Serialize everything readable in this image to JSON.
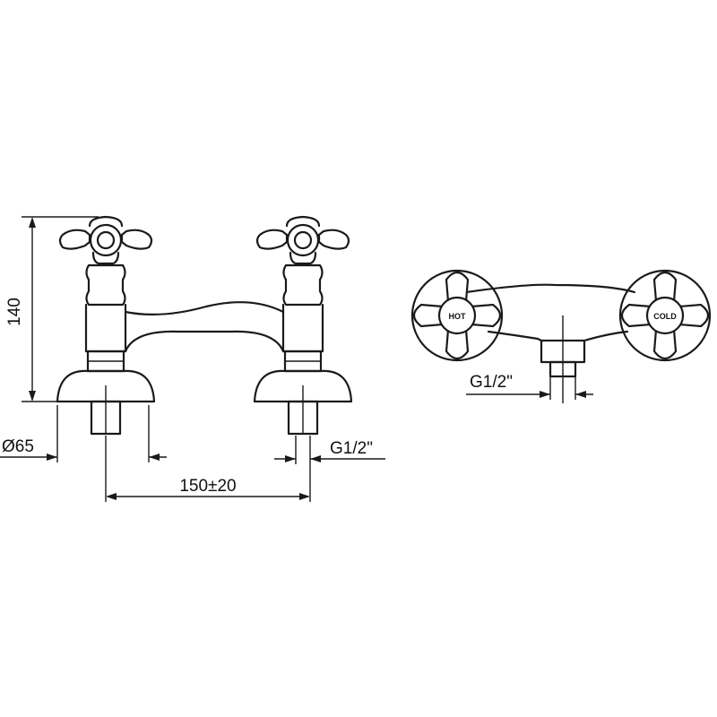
{
  "front_view": {
    "height_dim": "140",
    "base_diameter_dim": "Ø65",
    "inlet_thread_dim": "G1/2\"",
    "centers_dim": "150±20"
  },
  "top_view": {
    "hot_label": "HOT",
    "cold_label": "COLD",
    "outlet_thread_dim": "G1/2\""
  }
}
